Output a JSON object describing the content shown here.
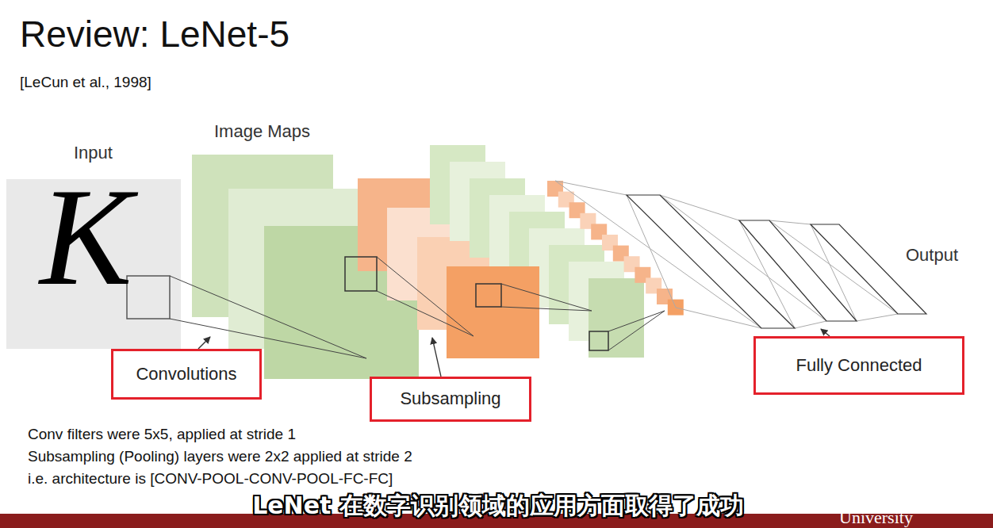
{
  "diagram": {
    "title": "Review: LeNet-5",
    "caption": "LeNet 在数字识别领域的应用方面取得了成功",
    "nodes": [
      {
        "text": [
          "Convolutions"
        ]
      },
      {
        "text": [
          "Subsampling"
        ]
      },
      {
        "text": [
          "Fully Connected"
        ]
      }
    ],
    "labels": [
      "[LeCun et al., 1998]",
      "Image Maps",
      "Input",
      "K",
      "Output",
      "Conv filters were 5x5, applied at stride 1",
      "Subsampling (Pooling) layers were 2x2 applied at stride 2",
      "i.e. architecture is [CONV-POOL-CONV-POOL-FC-FC]",
      "University"
    ]
  }
}
